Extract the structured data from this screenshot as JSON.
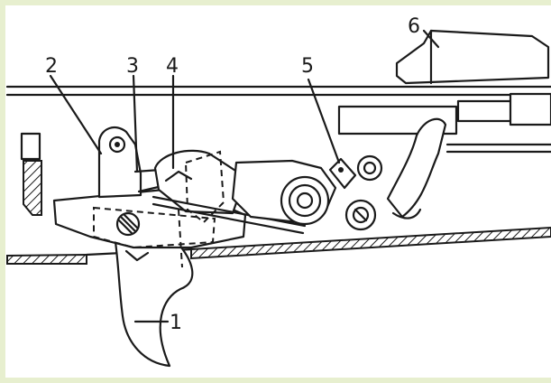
{
  "diagram": {
    "callouts": [
      {
        "id": "1",
        "label": "1"
      },
      {
        "id": "2",
        "label": "2"
      },
      {
        "id": "3",
        "label": "3"
      },
      {
        "id": "4",
        "label": "4"
      },
      {
        "id": "5",
        "label": "5"
      },
      {
        "id": "6",
        "label": "6"
      }
    ],
    "colors": {
      "ink": "#1a1a1a",
      "paper": "#ffffff",
      "border": "#e7efcf"
    }
  }
}
